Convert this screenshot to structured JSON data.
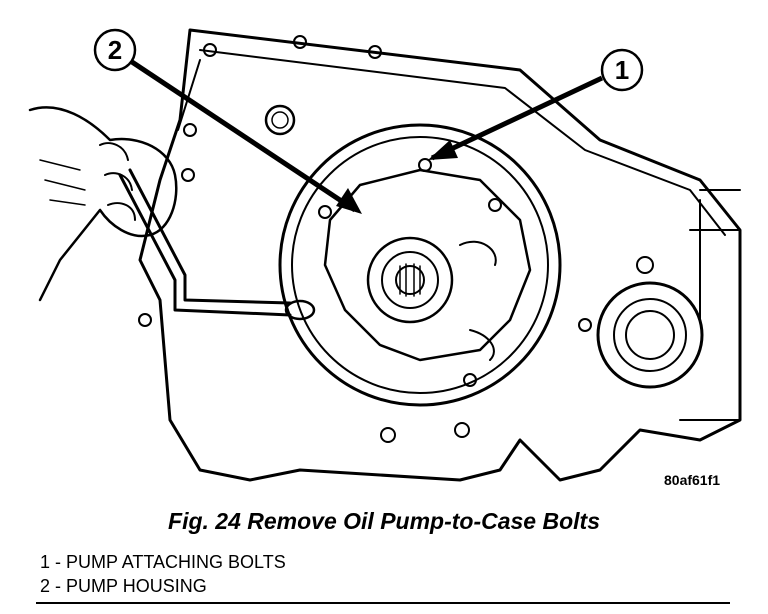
{
  "figure": {
    "id_code": "80af61f1",
    "caption": "Fig. 24 Remove Oil Pump-to-Case Bolts"
  },
  "callouts": [
    {
      "number": "1",
      "label": "PUMP ATTACHING BOLTS"
    },
    {
      "number": "2",
      "label": "PUMP HOUSING"
    }
  ],
  "legend": [
    {
      "number": "1",
      "separator": " - ",
      "label": "PUMP ATTACHING BOLTS"
    },
    {
      "number": "2",
      "separator": " - ",
      "label": "PUMP HOUSING"
    }
  ]
}
